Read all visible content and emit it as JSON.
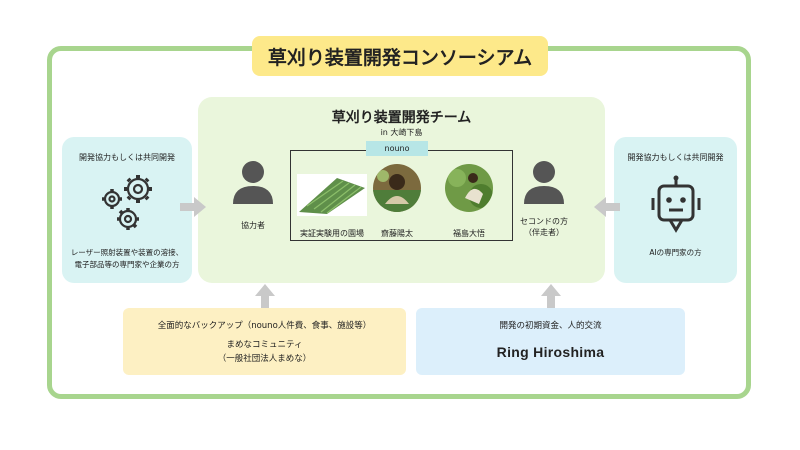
{
  "title": "草刈り装置開発コンソーシアム",
  "team": {
    "title": "草刈り装置開発チーム",
    "subtitle": "in 大崎下島",
    "nouno_tag": "nouno",
    "members": {
      "collaborator": "協力者",
      "field": "実証実験用の園場",
      "saito": "齋藤陽太",
      "fukushima": "福島大悟",
      "second": "セコンドの方",
      "second_sub": "（伴走者）"
    }
  },
  "left_panel": {
    "title": "開発協力もしくは共同開発",
    "desc_line1": "レーザー照射装置や装置の溶接、",
    "desc_line2": "電子部品等の専門家や企業の方",
    "icon": "gears-icon"
  },
  "right_panel": {
    "title": "開発協力もしくは共同開発",
    "desc": "AIの専門家の方",
    "icon": "robot-icon"
  },
  "bottom_left": {
    "line1": "全面的なバックアップ（nouno人件費、食事、施設等）",
    "line2": "まめなコミュニティ",
    "line3": "（一般社団法人まめな）"
  },
  "bottom_right": {
    "line1": "開発の初期資金、人的交流",
    "name": "Ring Hiroshima"
  },
  "colors": {
    "frame": "#a8d58e",
    "title_bg": "#fde98a",
    "team_bg": "#eaf6dc",
    "side_bg": "#d9f3f3",
    "bottom_left_bg": "#fdf0c3",
    "bottom_right_bg": "#dceffb",
    "arrow": "#c9c9c9",
    "person": "#555555"
  }
}
